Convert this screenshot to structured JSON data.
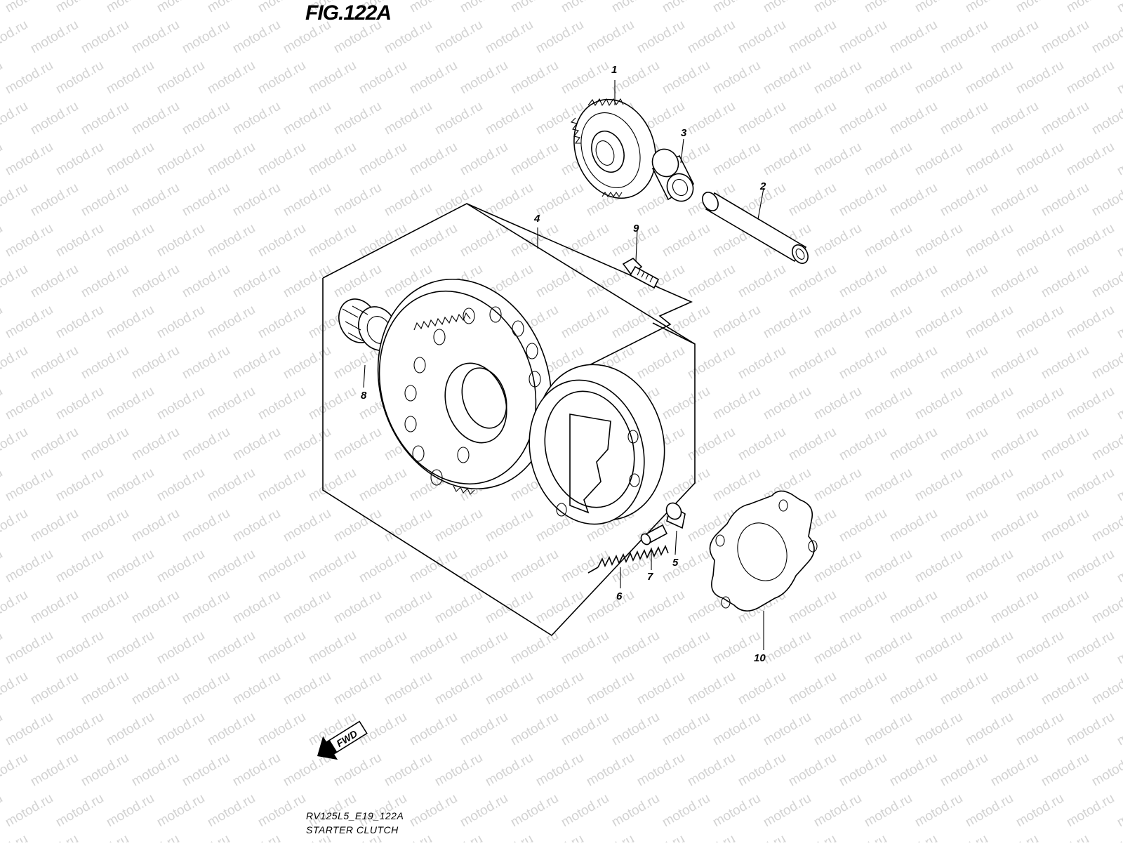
{
  "figure": {
    "title": "FIG.122A",
    "code": "RV125L5_E19_122A",
    "name": "STARTER CLUTCH",
    "fwd_label": "FWD",
    "watermark": "motod.ru"
  },
  "callouts": [
    {
      "id": "1",
      "text": "1"
    },
    {
      "id": "2",
      "text": "2"
    },
    {
      "id": "3",
      "text": "3"
    },
    {
      "id": "4",
      "text": "4"
    },
    {
      "id": "5",
      "text": "5"
    },
    {
      "id": "6",
      "text": "6"
    },
    {
      "id": "7",
      "text": "7"
    },
    {
      "id": "8",
      "text": "8"
    },
    {
      "id": "9",
      "text": "9"
    },
    {
      "id": "10",
      "text": "10"
    }
  ]
}
